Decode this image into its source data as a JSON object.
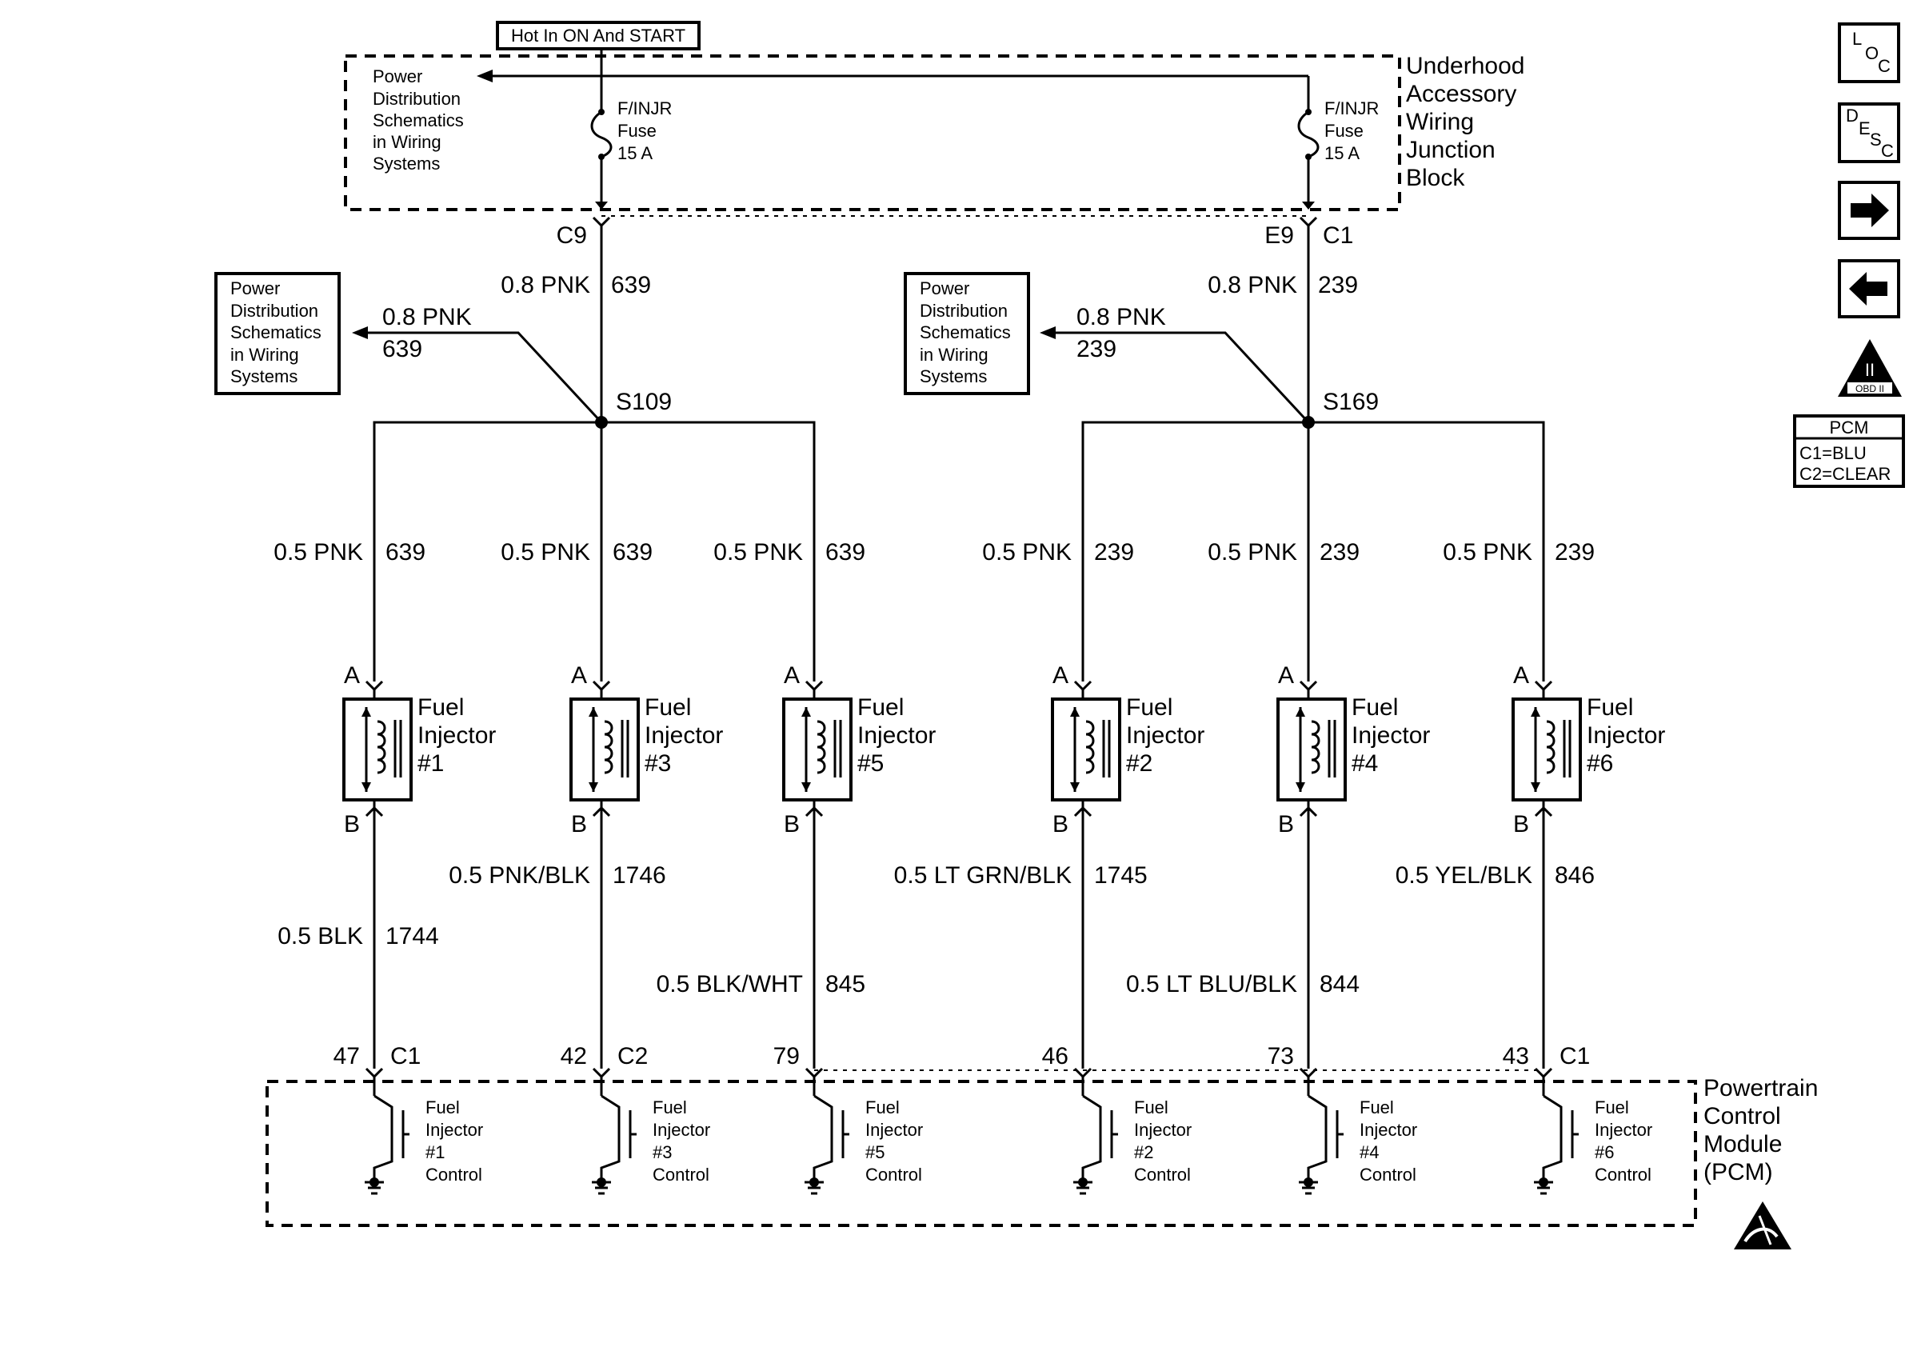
{
  "top_label": "Hot In ON And START",
  "junction_block": [
    "Underhood",
    "Accessory",
    "Wiring",
    "Junction",
    "Block"
  ],
  "pcm_block": [
    "Powertrain",
    "Control",
    "Module",
    "(PCM)"
  ],
  "power_ref": [
    "Power",
    "Distribution",
    "Schematics",
    "in Wiring",
    "Systems"
  ],
  "fuse_lines": [
    "F/INJR",
    "Fuse",
    "15 A"
  ],
  "nav": {
    "loc": [
      "L",
      "O",
      "C"
    ],
    "desc": [
      "D",
      "E",
      "S",
      "C"
    ],
    "obd": "OBD II",
    "obd_numeral": "II"
  },
  "pcm_legend": {
    "title": "PCM",
    "c1": "C1=BLU",
    "c2": "C2=CLEAR"
  },
  "left_bank": {
    "conn_top": "C9",
    "top_wire": "0.8 PNK",
    "top_circuit": "639",
    "branch_wire": "0.8 PNK",
    "branch_circuit": "639",
    "splice": "S109"
  },
  "right_bank": {
    "conn_top_a": "E9",
    "conn_top_b": "C1",
    "top_wire": "0.8 PNK",
    "top_circuit": "239",
    "branch_wire": "0.8 PNK",
    "branch_circuit": "239",
    "splice": "S169"
  },
  "pin_a": "A",
  "pin_b": "B",
  "injector_words": [
    "Fuel",
    "Injector"
  ],
  "control_words": [
    "Fuel",
    "Injector",
    "Control"
  ],
  "injectors": [
    {
      "num": "#1",
      "feed_wire": "0.5 PNK",
      "feed_circuit": "639",
      "ctrl_wire": "0.5 BLK",
      "ctrl_circuit": "1744",
      "pin": "47",
      "conn": "C1"
    },
    {
      "num": "#3",
      "feed_wire": "0.5 PNK",
      "feed_circuit": "639",
      "ctrl_wire": "0.5 PNK/BLK",
      "ctrl_circuit": "1746",
      "pin": "42",
      "conn": "C2"
    },
    {
      "num": "#5",
      "feed_wire": "0.5 PNK",
      "feed_circuit": "639",
      "ctrl_wire": "0.5 BLK/WHT",
      "ctrl_circuit": "845",
      "pin": "79",
      "conn": ""
    },
    {
      "num": "#2",
      "feed_wire": "0.5 PNK",
      "feed_circuit": "239",
      "ctrl_wire": "0.5 LT GRN/BLK",
      "ctrl_circuit": "1745",
      "pin": "46",
      "conn": ""
    },
    {
      "num": "#4",
      "feed_wire": "0.5 PNK",
      "feed_circuit": "239",
      "ctrl_wire": "0.5 LT BLU/BLK",
      "ctrl_circuit": "844",
      "pin": "73",
      "conn": ""
    },
    {
      "num": "#6",
      "feed_wire": "0.5 PNK",
      "feed_circuit": "239",
      "ctrl_wire": "0.5 YEL/BLK",
      "ctrl_circuit": "846",
      "pin": "43",
      "conn": "C1"
    }
  ]
}
